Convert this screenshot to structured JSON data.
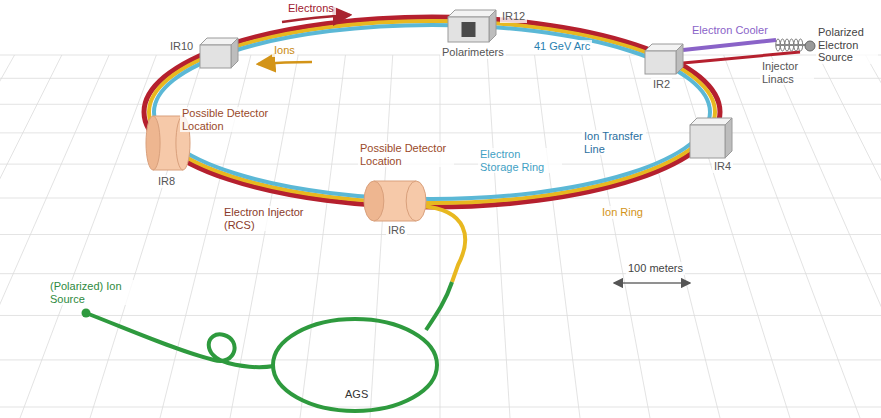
{
  "diagram": {
    "nodes": [
      {
        "text": [
          "IR12",
          "Polarimeters"
        ]
      },
      {
        "text": [
          "IR10"
        ]
      },
      {
        "text": [
          "IR2"
        ]
      },
      {
        "text": [
          "Possible Detector Location",
          "IR8"
        ]
      },
      {
        "text": [
          "IR4"
        ]
      },
      {
        "text": [
          "Possible Detector Location",
          "IR6"
        ]
      }
    ],
    "labels": [
      "Electrons",
      "Ions",
      "41 GeV Arc",
      "Electron Cooler",
      "Polarized Electron Source",
      "Injector Linacs",
      "Electron Storage Ring",
      "Ion Transfer Line",
      "Electron Injector (RCS)",
      "Ion Ring",
      "(Polarized) Ion Source",
      "AGS",
      "100 meters"
    ]
  }
}
